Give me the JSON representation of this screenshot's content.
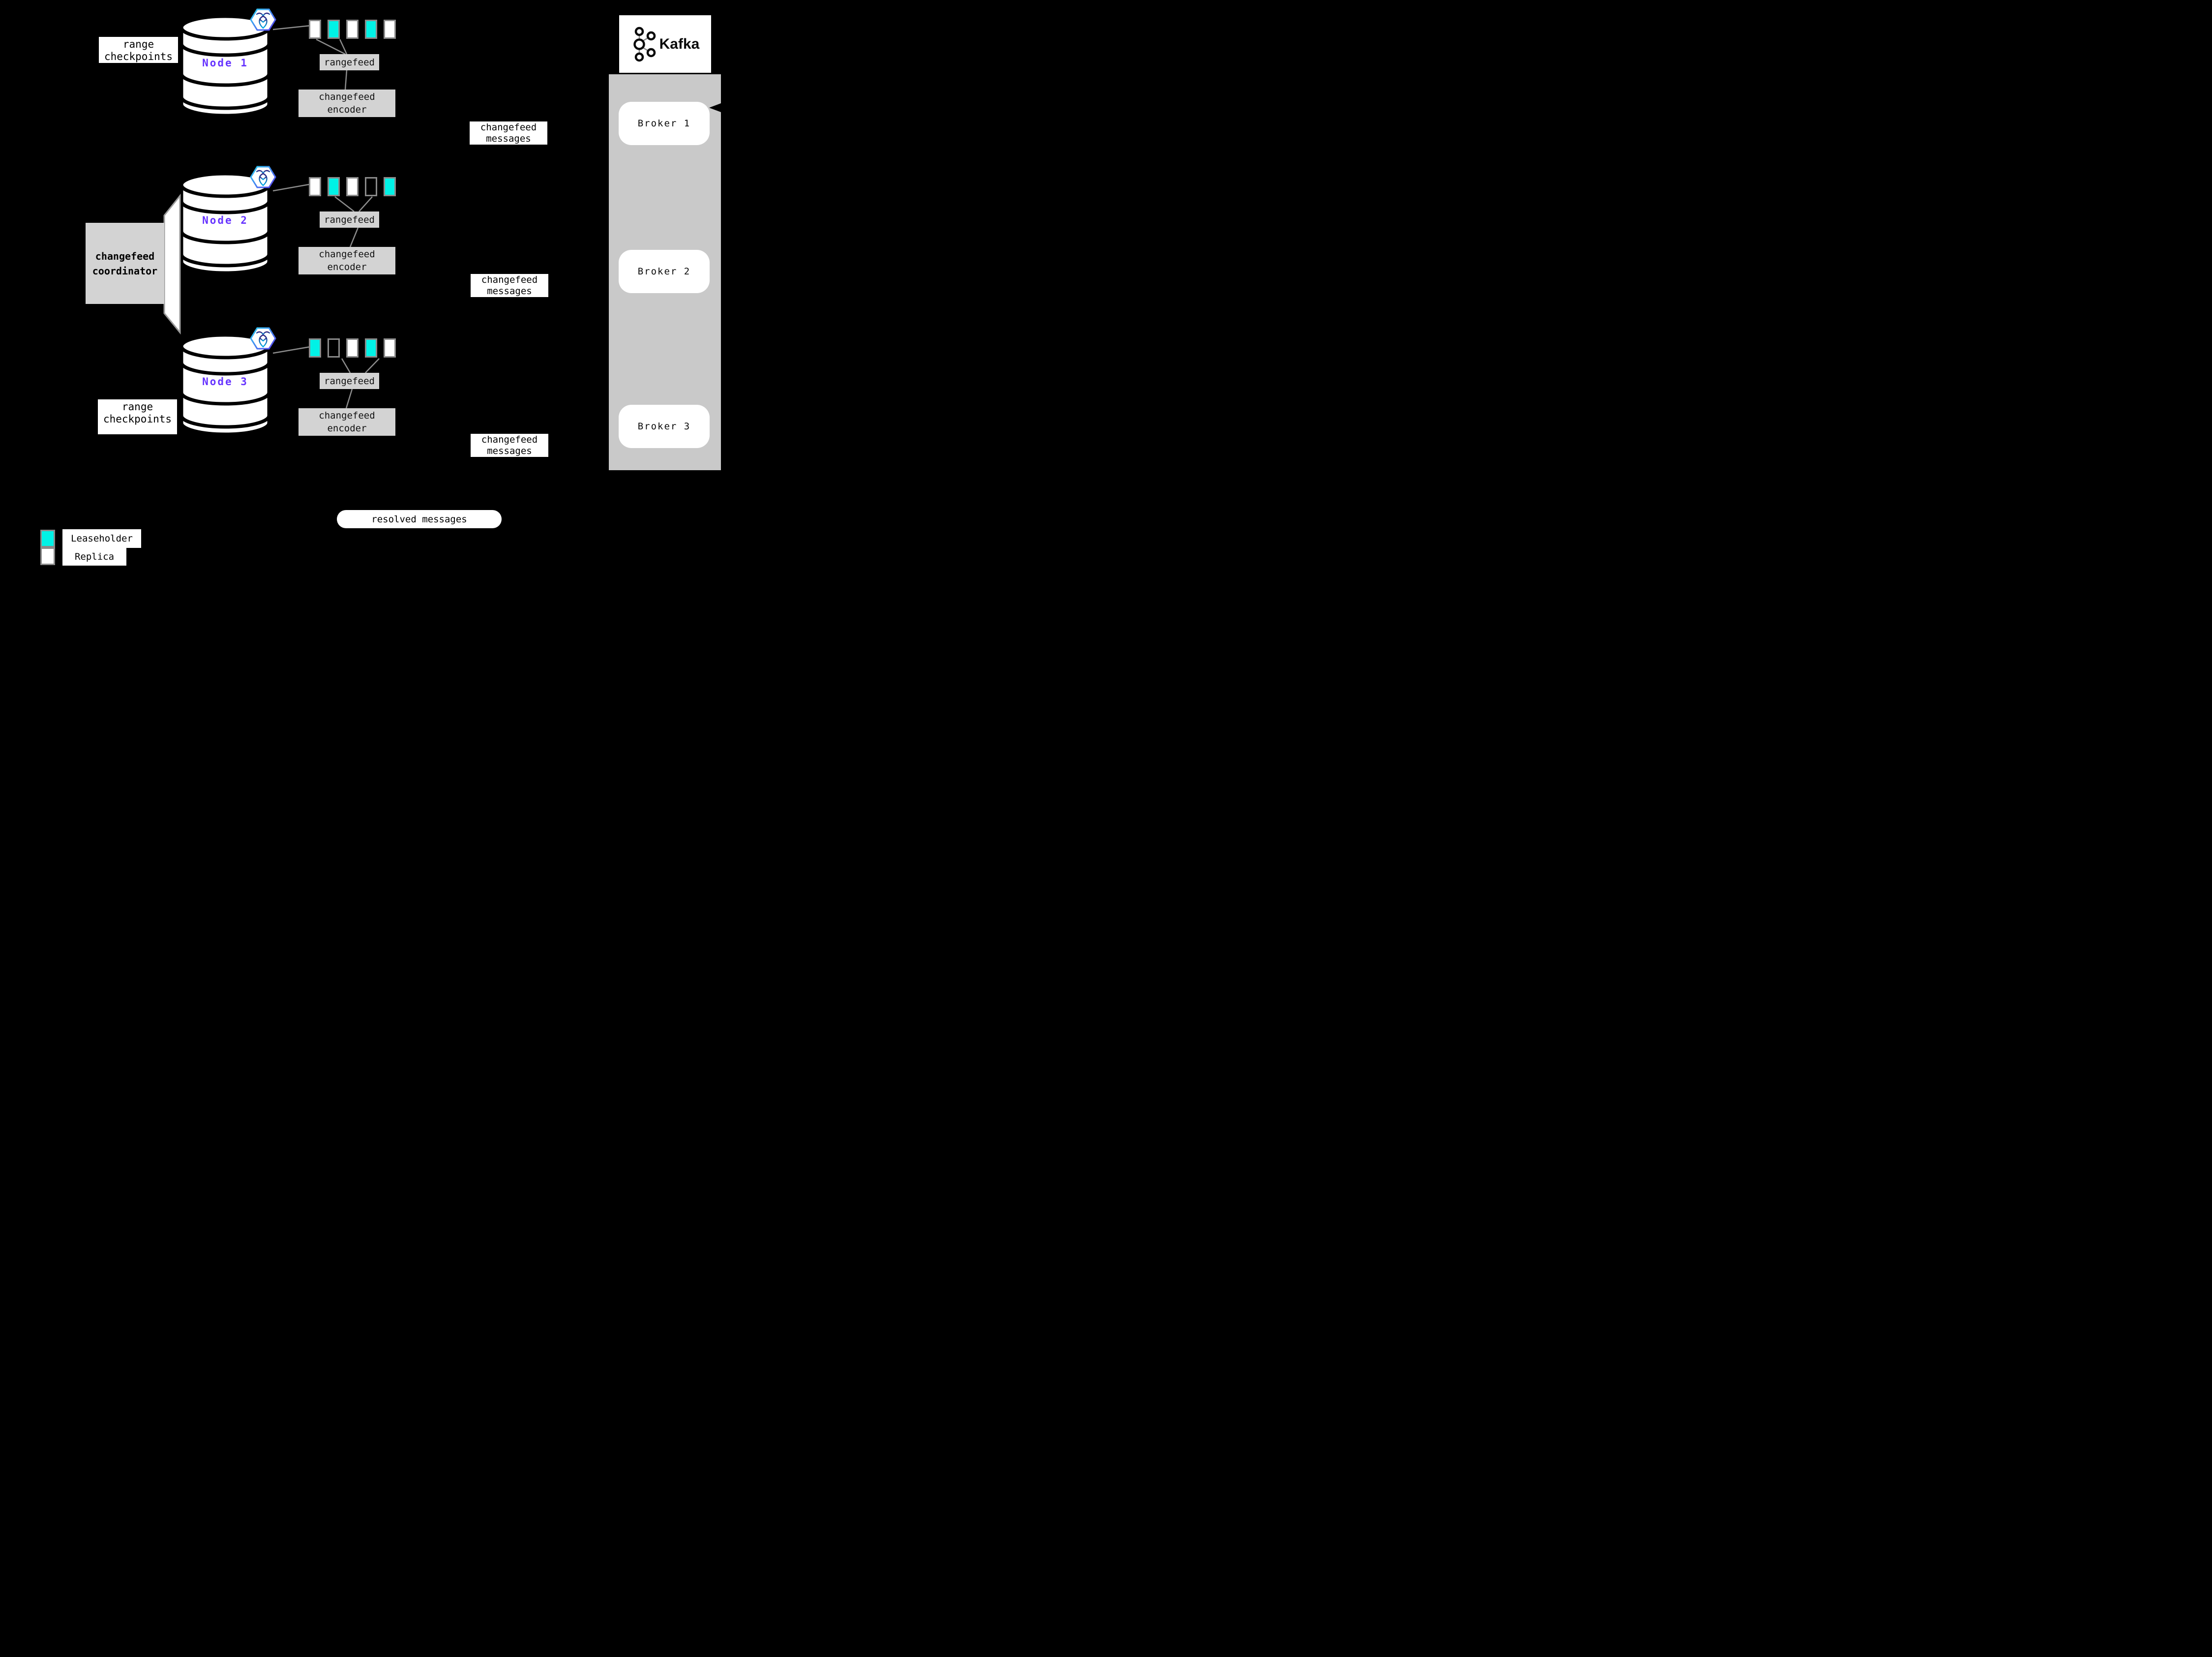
{
  "colors": {
    "leaseholder": "#00f2e6",
    "replica": "#ffffff",
    "box_gray": "#d3d3d3",
    "container_gray": "#c9c9c9",
    "node_label": "#6633ff",
    "line_gray": "#8c8c8c",
    "border_gray": "#8a8a8a"
  },
  "icons": {
    "node_badge": "cockroachdb-logo-icon",
    "kafka": "kafka-logo-icon"
  },
  "labels": {
    "range_checkpoints": {
      "line1": "range",
      "line2": "checkpoints"
    },
    "rangefeed": "rangefeed",
    "changefeed_encoder": {
      "line1": "changefeed",
      "line2": "encoder"
    },
    "changefeed_messages": {
      "line1": "changefeed",
      "line2": "messages"
    },
    "changefeed_coordinator": {
      "line1": "changefeed",
      "line2": "coordinator"
    },
    "resolved_messages": "resolved messages"
  },
  "nodes": [
    {
      "label": "Node 1",
      "ranges": [
        "replica",
        "leaseholder",
        "replica",
        "leaseholder",
        "replica"
      ]
    },
    {
      "label": "Node 2",
      "ranges": [
        "replica",
        "leaseholder",
        "replica",
        "none",
        "leaseholder"
      ]
    },
    {
      "label": "Node 3",
      "ranges": [
        "leaseholder",
        "none",
        "replica",
        "leaseholder",
        "replica"
      ]
    }
  ],
  "kafka": {
    "wordmark": "Kafka",
    "brokers": [
      "Broker 1",
      "Broker 2",
      "Broker 3"
    ]
  },
  "legend": [
    {
      "swatch": "leaseholder",
      "label": "Leaseholder"
    },
    {
      "swatch": "replica",
      "label": "Replica"
    }
  ]
}
